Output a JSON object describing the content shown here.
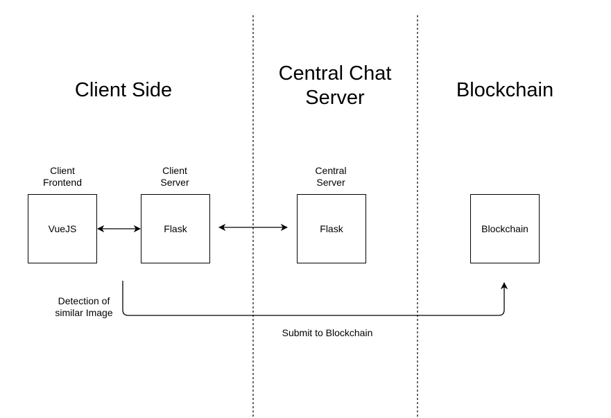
{
  "sections": {
    "client": "Client Side",
    "central": "Central Chat Server",
    "blockchain": "Blockchain"
  },
  "nodes": {
    "vuejs": {
      "caption": "Client Frontend",
      "label": "VueJS"
    },
    "client_flask": {
      "caption": "Client Server",
      "label": "Flask"
    },
    "central_flask": {
      "caption": "Central Server",
      "label": "Flask"
    },
    "blockchain": {
      "label": "Blockchain"
    }
  },
  "edges": {
    "detection": "Detection of similar Image",
    "submit": "Submit to Blockchain"
  }
}
